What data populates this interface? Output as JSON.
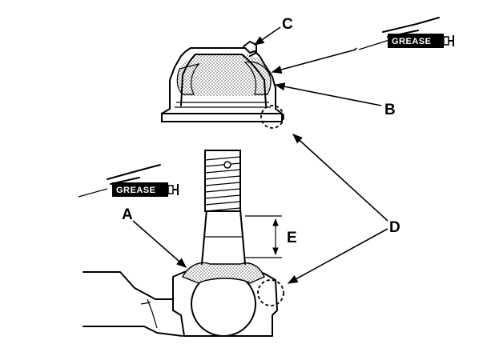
{
  "callouts": {
    "a": "A",
    "b": "B",
    "c": "C",
    "d": "D",
    "e": "E"
  },
  "grease_labels": [
    "GREASE",
    "GREASE"
  ]
}
